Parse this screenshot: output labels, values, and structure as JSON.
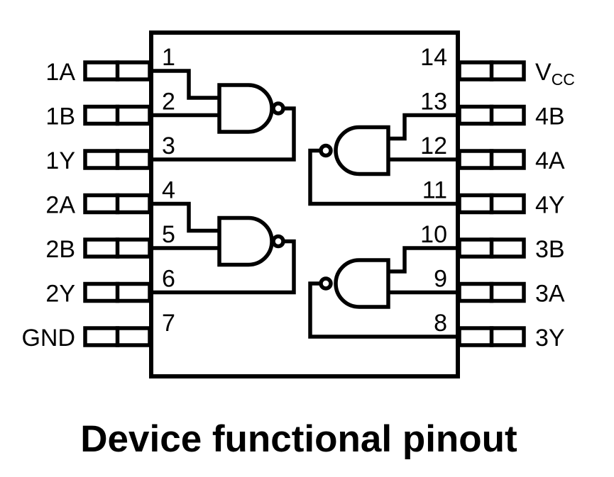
{
  "caption": "Device functional pinout",
  "colors": {
    "line": "#000000",
    "background": "#ffffff"
  },
  "ic": {
    "package_pin_count": 14,
    "left_pins": [
      {
        "number": "1",
        "label": "1A"
      },
      {
        "number": "2",
        "label": "1B"
      },
      {
        "number": "3",
        "label": "1Y"
      },
      {
        "number": "4",
        "label": "2A"
      },
      {
        "number": "5",
        "label": "2B"
      },
      {
        "number": "6",
        "label": "2Y"
      },
      {
        "number": "7",
        "label": "GND"
      }
    ],
    "right_pins": [
      {
        "number": "14",
        "label": "V",
        "label_sub": "CC"
      },
      {
        "number": "13",
        "label": "4B"
      },
      {
        "number": "12",
        "label": "4A"
      },
      {
        "number": "11",
        "label": "4Y"
      },
      {
        "number": "10",
        "label": "3B"
      },
      {
        "number": "9",
        "label": "3A"
      },
      {
        "number": "8",
        "label": "3Y"
      }
    ],
    "gates": [
      {
        "id": "gate-1",
        "type": "NAND",
        "input_pins": [
          "1",
          "2"
        ],
        "output_pin": "3",
        "side": "left",
        "row": 0
      },
      {
        "id": "gate-2",
        "type": "NAND",
        "input_pins": [
          "4",
          "5"
        ],
        "output_pin": "6",
        "side": "left",
        "row": 3
      },
      {
        "id": "gate-4",
        "type": "NAND",
        "input_pins": [
          "13",
          "12"
        ],
        "output_pin": "11",
        "side": "right",
        "row": 1
      },
      {
        "id": "gate-3",
        "type": "NAND",
        "input_pins": [
          "10",
          "9"
        ],
        "output_pin": "8",
        "side": "right",
        "row": 4
      }
    ]
  }
}
